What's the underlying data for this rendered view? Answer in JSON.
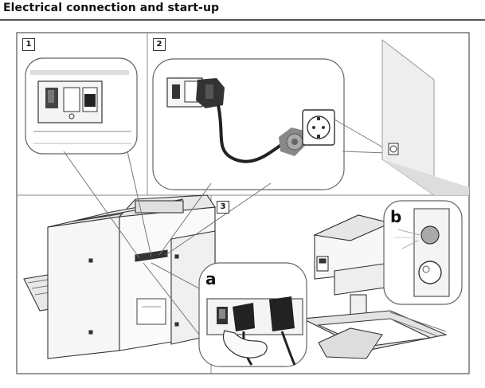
{
  "page": {
    "title": "Electrical connection and start-up"
  },
  "steps": [
    "1",
    "2",
    "3"
  ],
  "callouts": {
    "a": "a",
    "b": "b"
  }
}
